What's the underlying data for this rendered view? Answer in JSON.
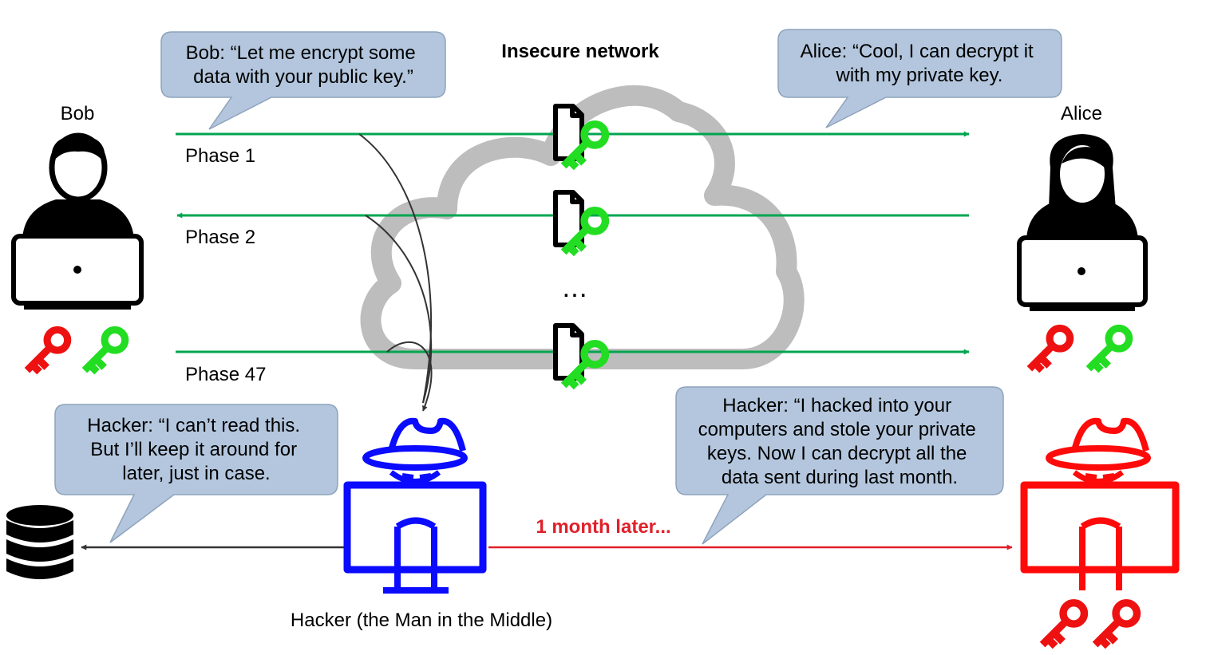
{
  "title": "Insecure network",
  "actors": {
    "bob": "Bob",
    "alice": "Alice",
    "hacker": "Hacker (the Man in the Middle)"
  },
  "phases": [
    "Phase 1",
    "Phase 2",
    "Phase 47"
  ],
  "ellipsis": "...",
  "later_label": "1 month later...",
  "bubbles": {
    "bob": [
      "Bob: “Let me encrypt some",
      "data with your public key.”"
    ],
    "alice": [
      "Alice: “Cool, I can decrypt it",
      "with my private key."
    ],
    "hacker_store": [
      "Hacker: “I can’t read this.",
      "But I’ll keep it around for",
      "later, just in case."
    ],
    "hacker_later": [
      "Hacker: “I hacked into your",
      "computers and stole your private",
      "keys. Now I can decrypt all the",
      "data sent during last month."
    ]
  },
  "colors": {
    "public_key": "#22dd22",
    "private_key": "#ee1111",
    "arrow_green": "#00a550",
    "hacker_blue": "#0b0bff",
    "hacker_red": "#ff0a0a",
    "bubble_fill": "#b3c6dd",
    "cloud": "#bdbdbd",
    "later_text": "#e0202a"
  }
}
